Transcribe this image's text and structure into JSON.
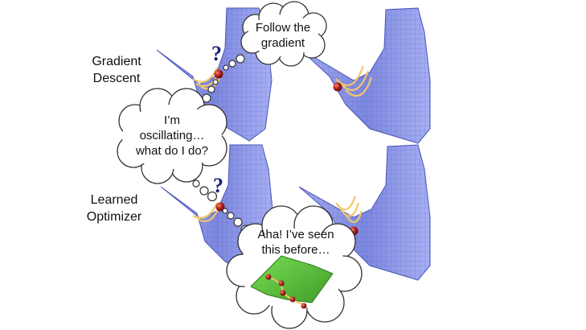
{
  "rows": {
    "gradient_descent": {
      "label_line1": "Gradient",
      "label_line2": "Descent"
    },
    "learned_optimizer": {
      "label_line1": "Learned",
      "label_line2": "Optimizer"
    }
  },
  "bubbles": {
    "follow": {
      "line1": "Follow the",
      "line2": "gradient"
    },
    "oscillating": {
      "line1": "I’m",
      "line2": "oscillating…",
      "line3": "what do I do?"
    },
    "aha": {
      "line1": "Aha! I’ve seen",
      "line2": "this before…"
    }
  },
  "question_mark": "?",
  "colors": {
    "surface": "#8f9ae6",
    "grid": "#4a55b8",
    "path": "#f2c66a",
    "ball": "#b5201a",
    "question": "#1a237e",
    "green_surface": "#5fc93a",
    "bubble_stroke": "#333333"
  }
}
